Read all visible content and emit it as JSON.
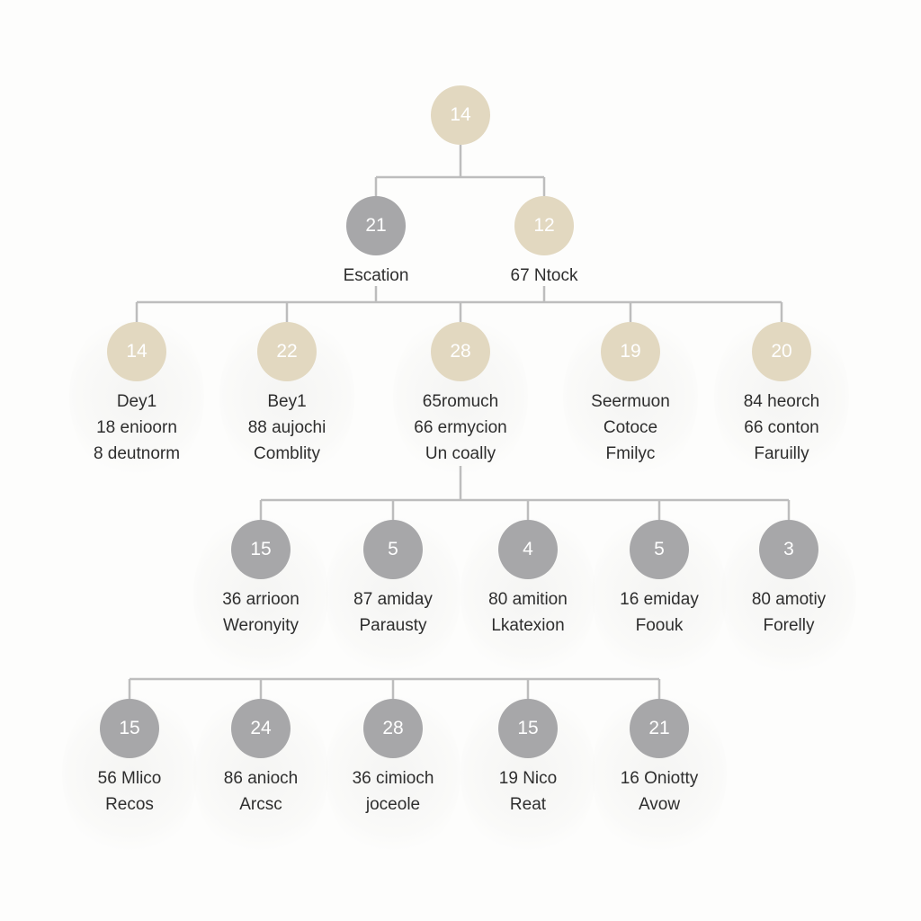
{
  "colors": {
    "background": "#fdfdfc",
    "connector": "#bdbdbd",
    "node_beige": "#e2d8c0",
    "node_grey": "#a7a7a9",
    "label_text": "#2e2e2e"
  },
  "tree": {
    "root": {
      "value": "14",
      "tone": "beige"
    },
    "level1": [
      {
        "value": "21",
        "tone": "grey",
        "label": [
          "Escation"
        ]
      },
      {
        "value": "12",
        "tone": "beige",
        "label": [
          "67 Ntock"
        ]
      }
    ],
    "level2": [
      {
        "value": "14",
        "tone": "beige",
        "label": [
          "Dey1",
          "18 enioorn",
          "8 deutnorm"
        ]
      },
      {
        "value": "22",
        "tone": "beige",
        "label": [
          "Bey1",
          "88 aujochi",
          "Comblity"
        ]
      },
      {
        "value": "28",
        "tone": "beige",
        "label": [
          "65romuch",
          "66 ermycion",
          "Un coally"
        ]
      },
      {
        "value": "19",
        "tone": "beige",
        "label": [
          "Seermuon",
          "Cotoce",
          "Fmilyc"
        ]
      },
      {
        "value": "20",
        "tone": "beige",
        "label": [
          "84 heorch",
          "66 conton",
          "Faruilly"
        ]
      }
    ],
    "level3": [
      {
        "value": "15",
        "tone": "grey",
        "label": [
          "36 arrioon",
          "Weronyity"
        ]
      },
      {
        "value": "5",
        "tone": "grey",
        "label": [
          "87 amiday",
          "Parausty"
        ]
      },
      {
        "value": "4",
        "tone": "grey",
        "label": [
          "80 amition",
          "Lkatexion"
        ]
      },
      {
        "value": "5",
        "tone": "grey",
        "label": [
          "16 emiday",
          "Foouk"
        ]
      },
      {
        "value": "3",
        "tone": "grey",
        "label": [
          "80 amotiy",
          "Forelly"
        ]
      }
    ],
    "level4": [
      {
        "value": "15",
        "tone": "grey",
        "label": [
          "56 Mlico",
          "Recos"
        ]
      },
      {
        "value": "24",
        "tone": "grey",
        "label": [
          "86 anioch",
          "Arcsc"
        ]
      },
      {
        "value": "28",
        "tone": "grey",
        "label": [
          "36 cimioch",
          "joceole"
        ]
      },
      {
        "value": "15",
        "tone": "grey",
        "label": [
          "19 Nico",
          "Reat"
        ]
      },
      {
        "value": "21",
        "tone": "grey",
        "label": [
          "16 Oniotty",
          "Avow"
        ]
      }
    ]
  }
}
